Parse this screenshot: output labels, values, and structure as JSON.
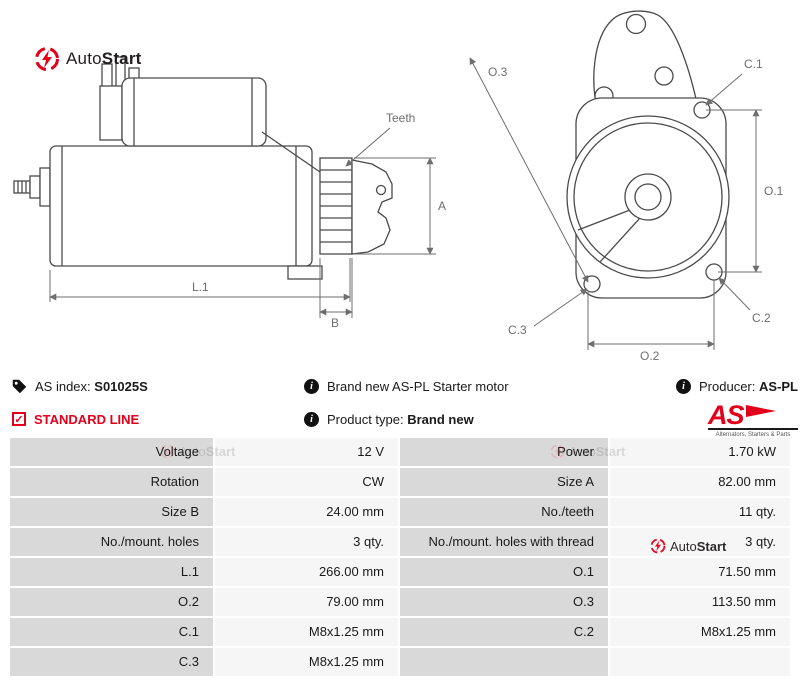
{
  "colors": {
    "accent": "#e2001a",
    "line": "#4a4a4a",
    "dim": "#6e6e6e"
  },
  "brand": {
    "name_part1": "Auto",
    "name_part2": "Start"
  },
  "drawing": {
    "labels": {
      "teeth": "Teeth",
      "a": "A",
      "l1": "L.1",
      "b": "B",
      "o3": "O.3",
      "c1": "C.1",
      "o1": "O.1",
      "c2": "C.2",
      "c3": "C.3",
      "o2": "O.2"
    }
  },
  "icons": {
    "info_glyph": "i",
    "check_glyph": "✓"
  },
  "info": {
    "as_index_label": "AS index:",
    "as_index_value": "S01025S",
    "standard_line": "STANDARD LINE",
    "description": "Brand new AS-PL Starter motor",
    "product_type_label": "Product type:",
    "product_type_value": "Brand new",
    "producer_label": "Producer:",
    "producer_value": "AS-PL",
    "producer_logo": {
      "text": "AS",
      "tagline": "Alternators, Starters & Parts"
    }
  },
  "table": {
    "rows": [
      {
        "l1": "Voltage",
        "v1": "12 V",
        "l2": "Power",
        "v2": "1.70 kW"
      },
      {
        "l1": "Rotation",
        "v1": "CW",
        "l2": "Size A",
        "v2": "82.00 mm"
      },
      {
        "l1": "Size B",
        "v1": "24.00 mm",
        "l2": "No./teeth",
        "v2": "11 qty."
      },
      {
        "l1": "No./mount. holes",
        "v1": "3 qty.",
        "l2": "No./mount. holes with thread",
        "v2": "3 qty."
      },
      {
        "l1": "L.1",
        "v1": "266.00 mm",
        "l2": "O.1",
        "v2": "71.50 mm"
      },
      {
        "l1": "O.2",
        "v1": "79.00 mm",
        "l2": "O.3",
        "v2": "113.50 mm"
      },
      {
        "l1": "C.1",
        "v1": "M8x1.25 mm",
        "l2": "C.2",
        "v2": "M8x1.25 mm"
      },
      {
        "l1": "C.3",
        "v1": "M8x1.25 mm",
        "l2": "",
        "v2": ""
      }
    ]
  }
}
